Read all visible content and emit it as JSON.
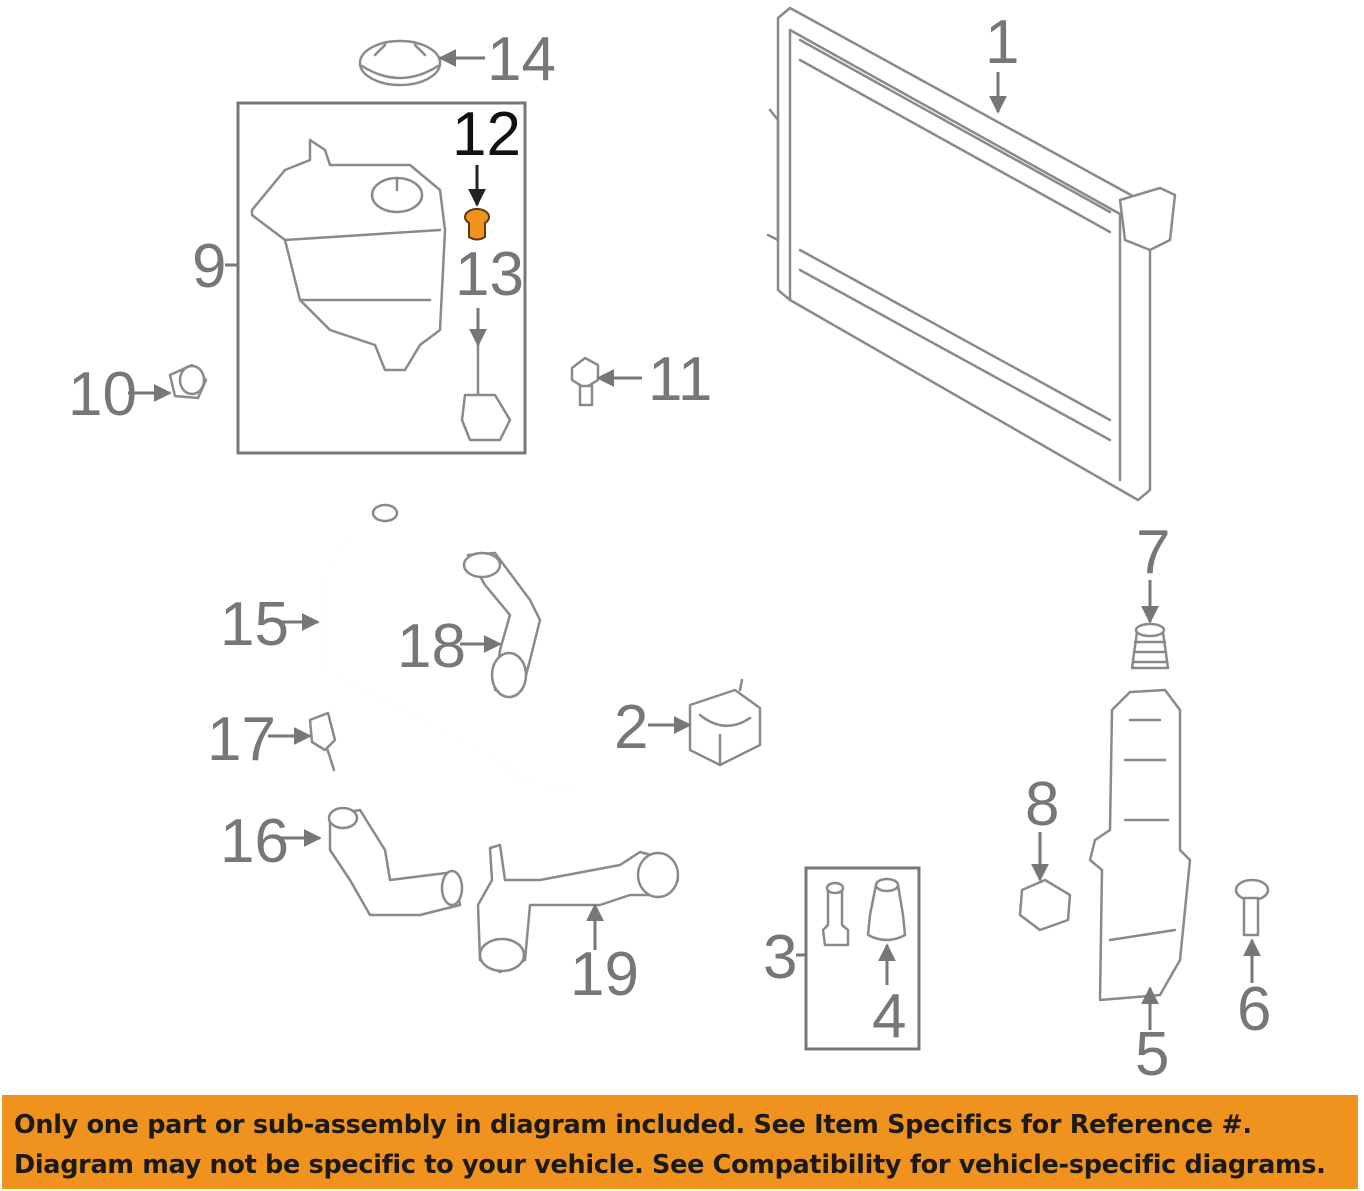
{
  "callouts": {
    "c1": "1",
    "c2": "2",
    "c3": "3",
    "c4": "4",
    "c5": "5",
    "c6": "6",
    "c7": "7",
    "c8": "8",
    "c9": "9",
    "c10": "10",
    "c11": "11",
    "c12": "12",
    "c13": "13",
    "c14": "14",
    "c15": "15",
    "c16": "16",
    "c17": "17",
    "c18": "18",
    "c19": "19"
  },
  "highlight": {
    "part": "12",
    "color": "#f0921e"
  },
  "banner": {
    "line1": "Only one part or sub-assembly in diagram included. See Item Specifics for Reference #.",
    "line2": "Diagram may not be specific to your vehicle. See Compatibility for vehicle-specific diagrams.",
    "background": "#f0921e"
  }
}
